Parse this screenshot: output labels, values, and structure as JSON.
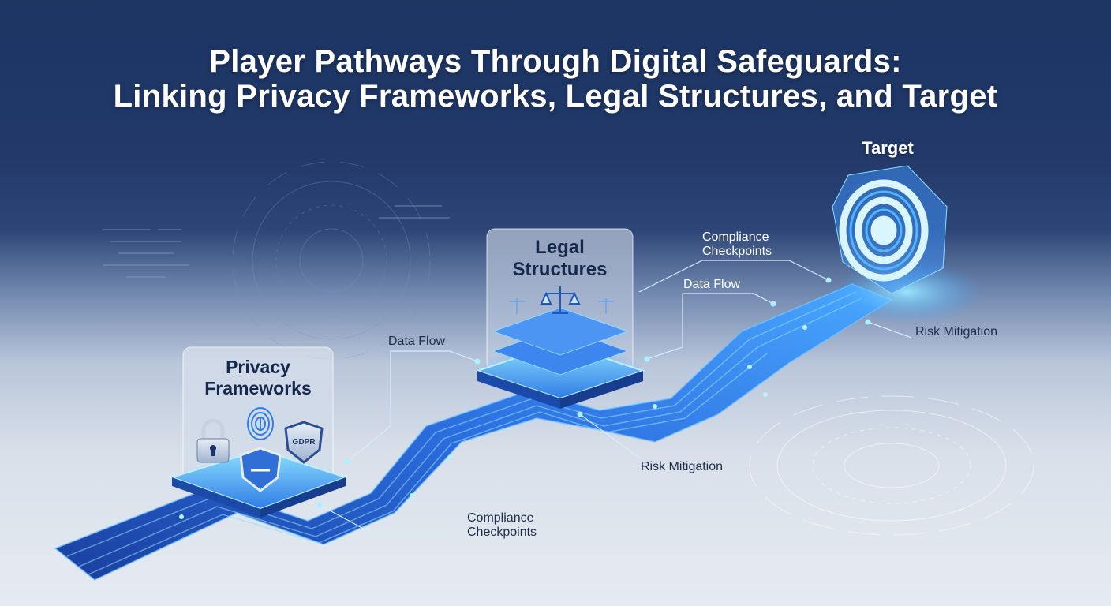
{
  "title": {
    "line1": "Player Pathways Through Digital Safeguards:",
    "line2": "Linking Privacy Frameworks, Legal Structures, and Target"
  },
  "nodes": {
    "privacy": {
      "line1": "Privacy",
      "line2": "Frameworks",
      "badge": "GDPR"
    },
    "legal": {
      "line1": "Legal",
      "line2": "Structures"
    },
    "target": {
      "label": "Target"
    }
  },
  "callouts": {
    "data_flow_1": "Data Flow",
    "compliance_1_line1": "Compliance",
    "compliance_1_line2": "Checkpoints",
    "risk_1": "Risk Mitigation",
    "compliance_2_line1": "Compliance",
    "compliance_2_line2": "Checkpoints",
    "data_flow_2": "Data Flow",
    "risk_2": "Risk Mitigation"
  },
  "colors": {
    "background_top": "#1c3563",
    "background_bottom": "#e6ebf1",
    "path_blue": "#1e4fb4",
    "glow_cyan": "#5fd2ff",
    "text_dark": "#1d2c4a"
  },
  "icons": [
    "padlock-icon",
    "fingerprint-icon",
    "shield-icon",
    "gdpr-shield-icon",
    "scales-of-justice-icon",
    "target-icon"
  ]
}
